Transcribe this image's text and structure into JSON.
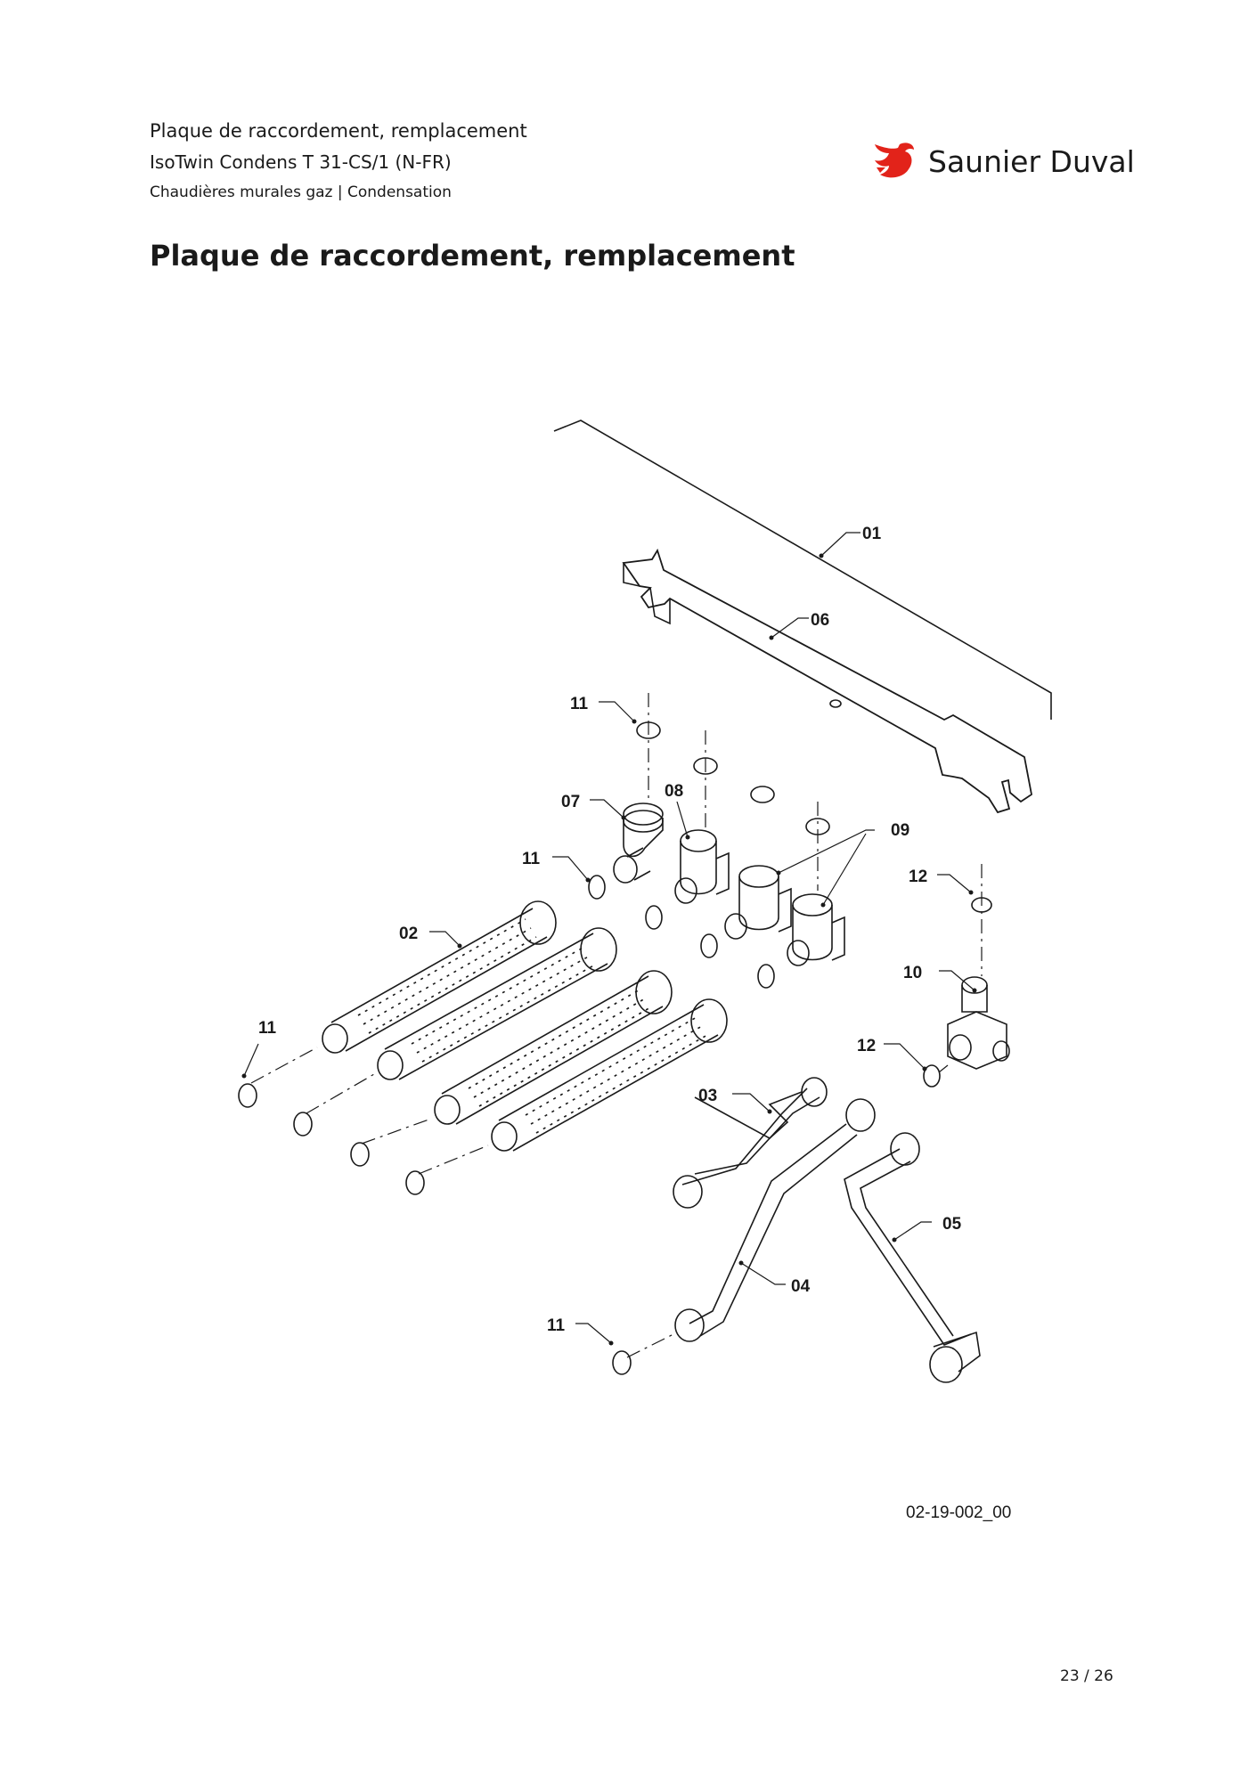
{
  "header": {
    "doc_title": "Plaque de raccordement, remplacement",
    "model": "IsoTwin Condens T 31-CS/1 (N-FR)",
    "category": "Chaudières murales gaz | Condensation",
    "brand": "Saunier Duval",
    "brand_color": "#e2231a"
  },
  "page_title": "Plaque de raccordement, remplacement",
  "diagram": {
    "callouts": {
      "c01": "01",
      "c02": "02",
      "c03": "03",
      "c04": "04",
      "c05": "05",
      "c06": "06",
      "c07": "07",
      "c08": "08",
      "c09": "09",
      "c10": "10",
      "c11a": "11",
      "c11b": "11",
      "c11c": "11",
      "c11d": "11",
      "c12a": "12",
      "c12b": "12"
    },
    "reference": "02-19-002_00"
  },
  "footer": {
    "page": "23 / 26"
  }
}
